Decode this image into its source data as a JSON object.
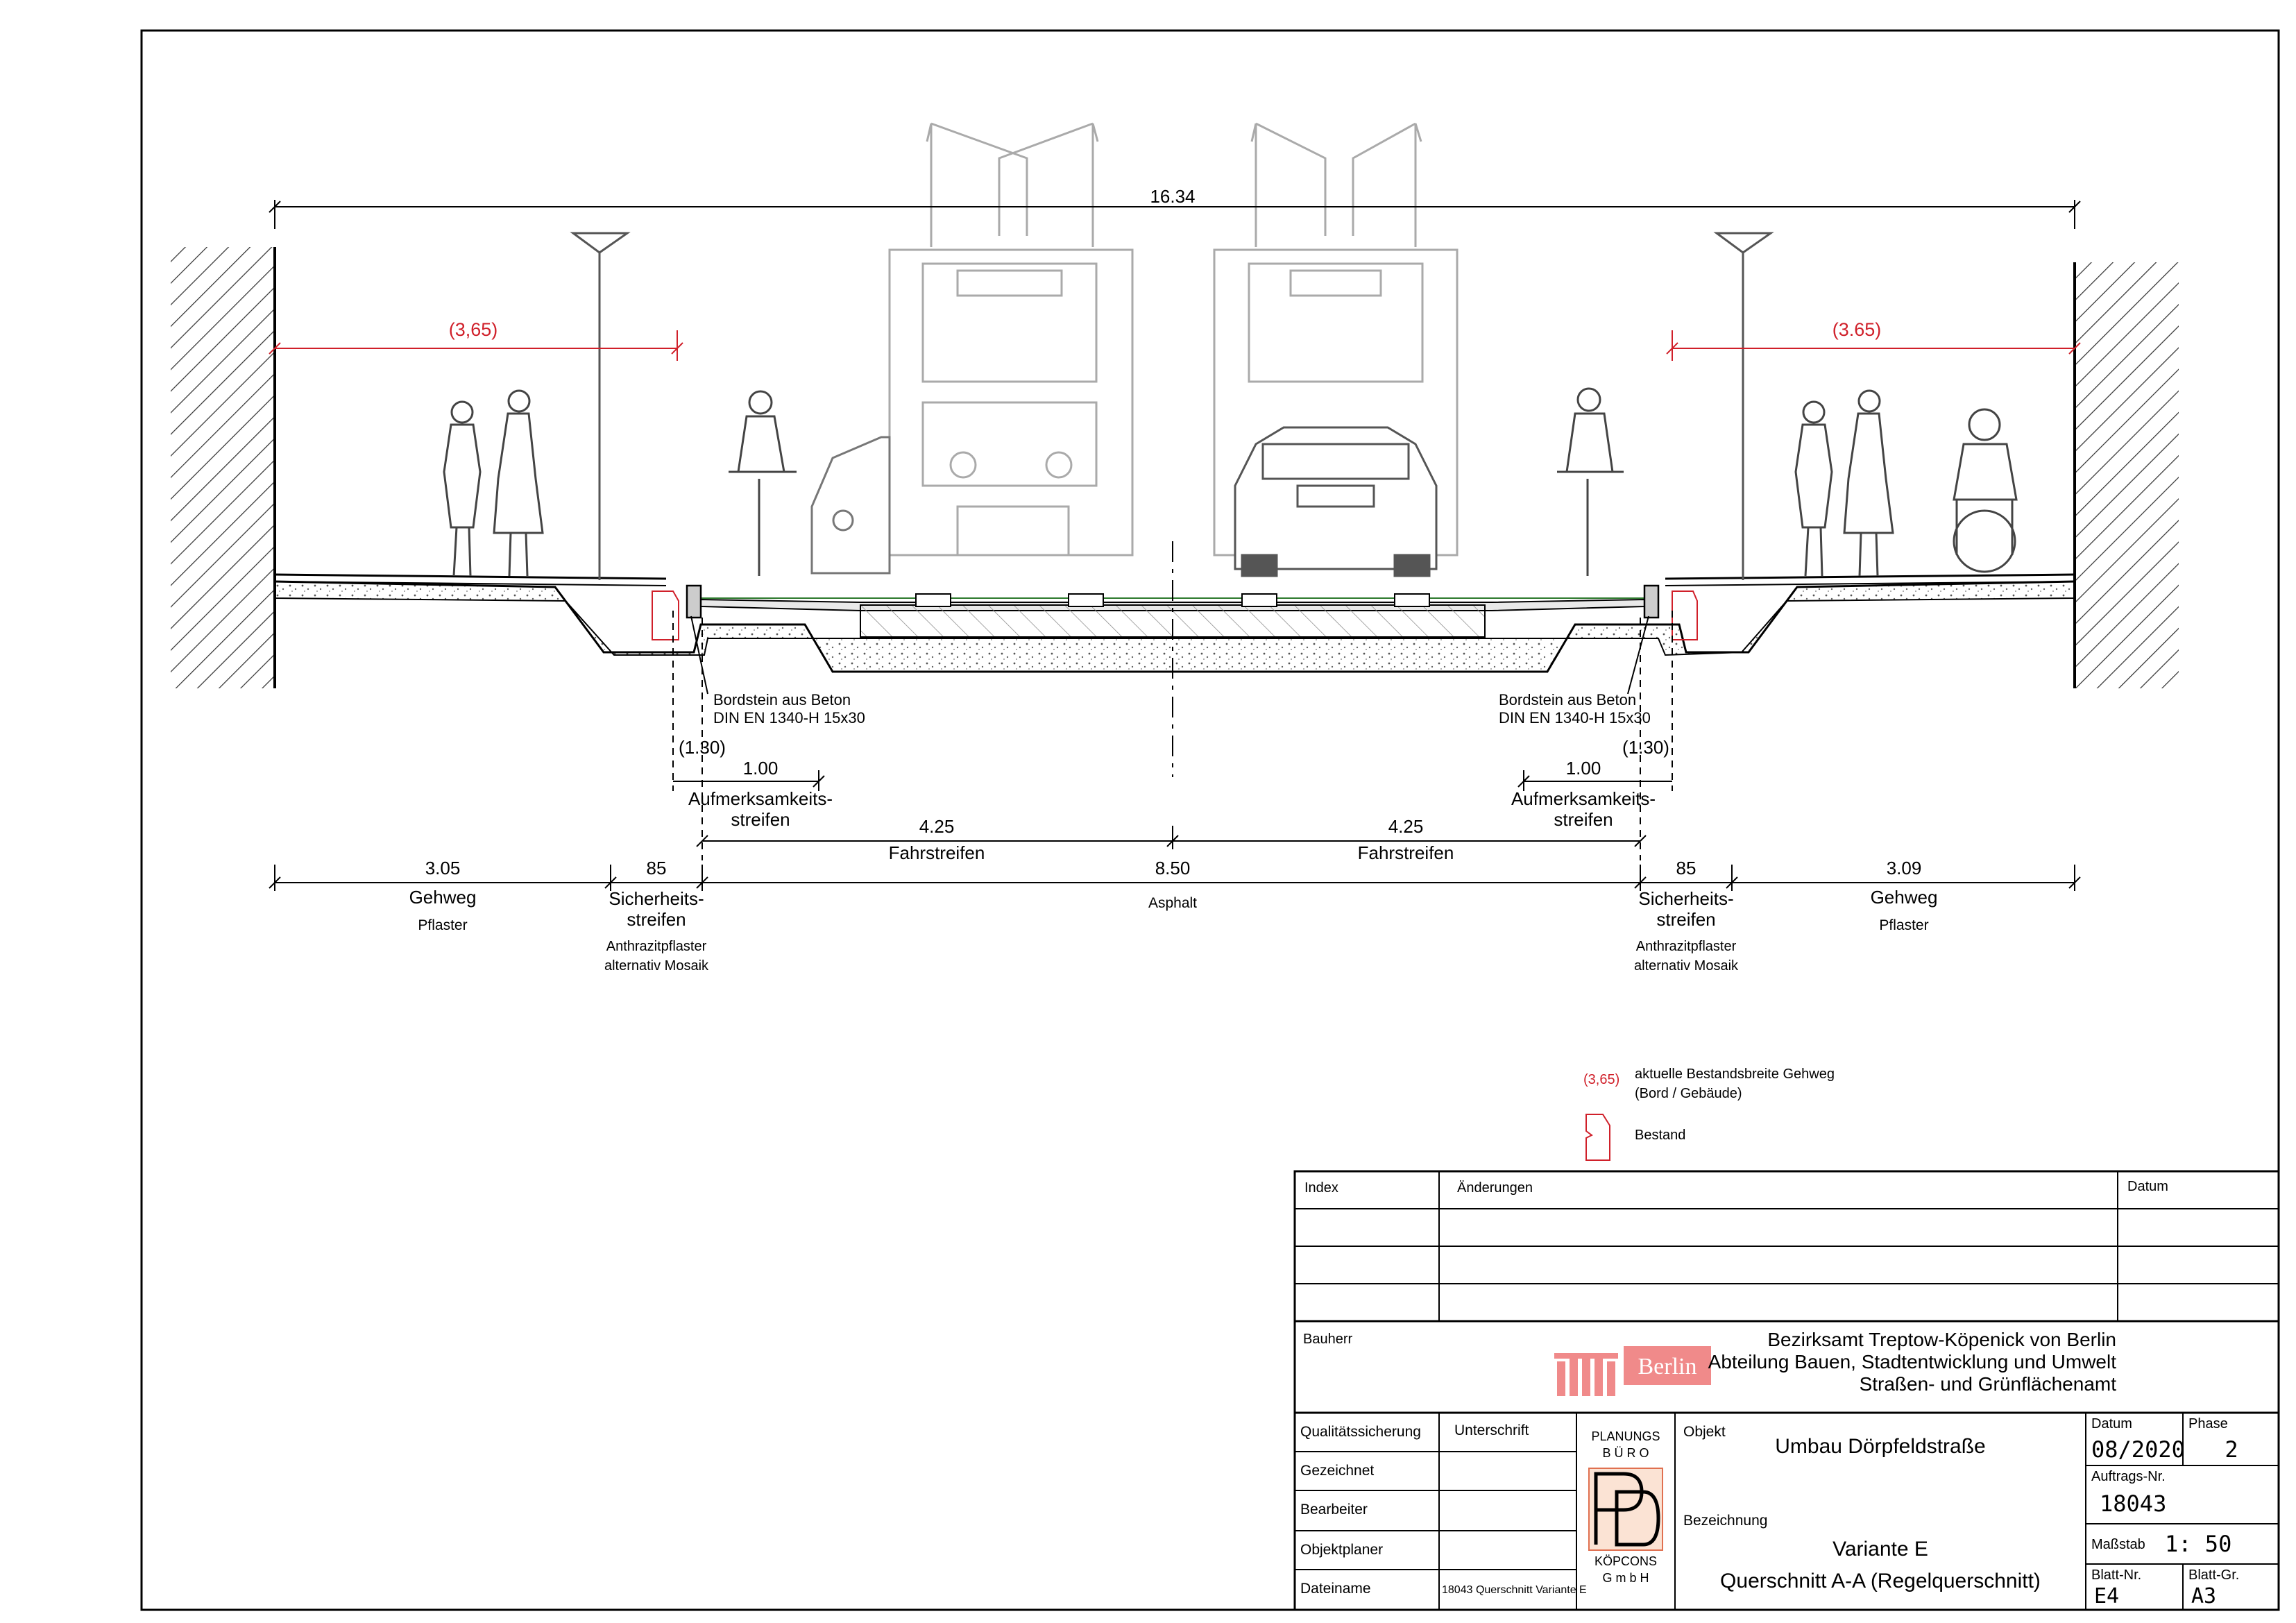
{
  "drawing": {
    "overall_width": "16.34",
    "existing_left": "(3,65)",
    "existing_right": "(3.65)",
    "curb_label_1": "Bordstein aus Beton",
    "curb_label_2": "DIN EN 1340-H 15x30",
    "strip_width_small": "(1.30)",
    "strip_width": "1.00",
    "strip_name_1": "Aufmerksamkeits-",
    "strip_name_2": "streifen",
    "lane_width": "4.25",
    "lane_name": "Fahrstreifen",
    "carriageway_width": "8.50",
    "carriageway_surface": "Asphalt",
    "sidewalk_left_width": "3.05",
    "sidewalk_right_width": "3.09",
    "sidewalk_name": "Gehweg",
    "sidewalk_surface": "Pflaster",
    "safety_width": "85",
    "safety_name_1": "Sicherheits-",
    "safety_name_2": "streifen",
    "safety_surface_1": "Anthrazitpflaster",
    "safety_surface_2": "alternativ Mosaik"
  },
  "legend": {
    "existing_symbol": "(3,65)",
    "existing_text_1": "aktuelle Bestandsbreite Gehweg",
    "existing_text_2": "(Bord / Gebäude)",
    "existing_stock": "Bestand"
  },
  "title_block": {
    "index": "Index",
    "changes": "Änderungen",
    "date": "Datum",
    "client_label": "Bauherr",
    "logo_text": "Berlin",
    "client_line_1": "Bezirksamt Treptow-Köpenick von Berlin",
    "client_line_2": "Abteilung Bauen, Stadtentwicklung und Umwelt",
    "client_line_3": "Straßen- und Grünflächenamt",
    "qa": "Qualitätssicherung",
    "signature": "Unterschrift",
    "drawn": "Gezeichnet",
    "editor": "Bearbeiter",
    "planner": "Objektplaner",
    "filename_label": "Dateiname",
    "filename": "18043 Querschnitt Variante E",
    "firm_1": "PLANUNGS",
    "firm_2": "B Ü R O",
    "firm_3": "KÖPCONS",
    "firm_4": "G m b H",
    "object_label": "Objekt",
    "object": "Umbau Dörpfeldstraße",
    "designation_label": "Bezeichnung",
    "designation_1": "Variante E",
    "designation_2": "Querschnitt  A-A (Regelquerschnitt)",
    "date_label": "Datum",
    "date_value": "08/2020",
    "phase_label": "Phase",
    "phase_value": "2",
    "order_label": "Auftrags-Nr.",
    "order_value": "18043",
    "scale_label": "Maßstab",
    "scale_value": "1: 50",
    "sheet_label": "Blatt-Nr.",
    "sheet_value": "E4",
    "size_label": "Blatt-Gr.",
    "size_value": "A3"
  }
}
